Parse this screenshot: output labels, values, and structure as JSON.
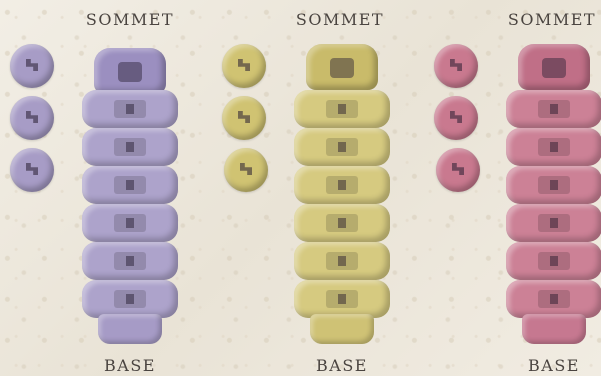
{
  "labels": {
    "top": "SOMMET",
    "bottom": "BASE"
  },
  "columns": [
    {
      "id": "violet",
      "color": "#a79cc6",
      "dark": "#8478a8",
      "tokens": 3,
      "segments": 6
    },
    {
      "id": "jaune",
      "color": "#d0c372",
      "dark": "#b1a24c",
      "tokens": 3,
      "segments": 6
    },
    {
      "id": "rose",
      "color": "#c9798f",
      "dark": "#a95a72",
      "tokens": 3,
      "segments": 6
    }
  ]
}
